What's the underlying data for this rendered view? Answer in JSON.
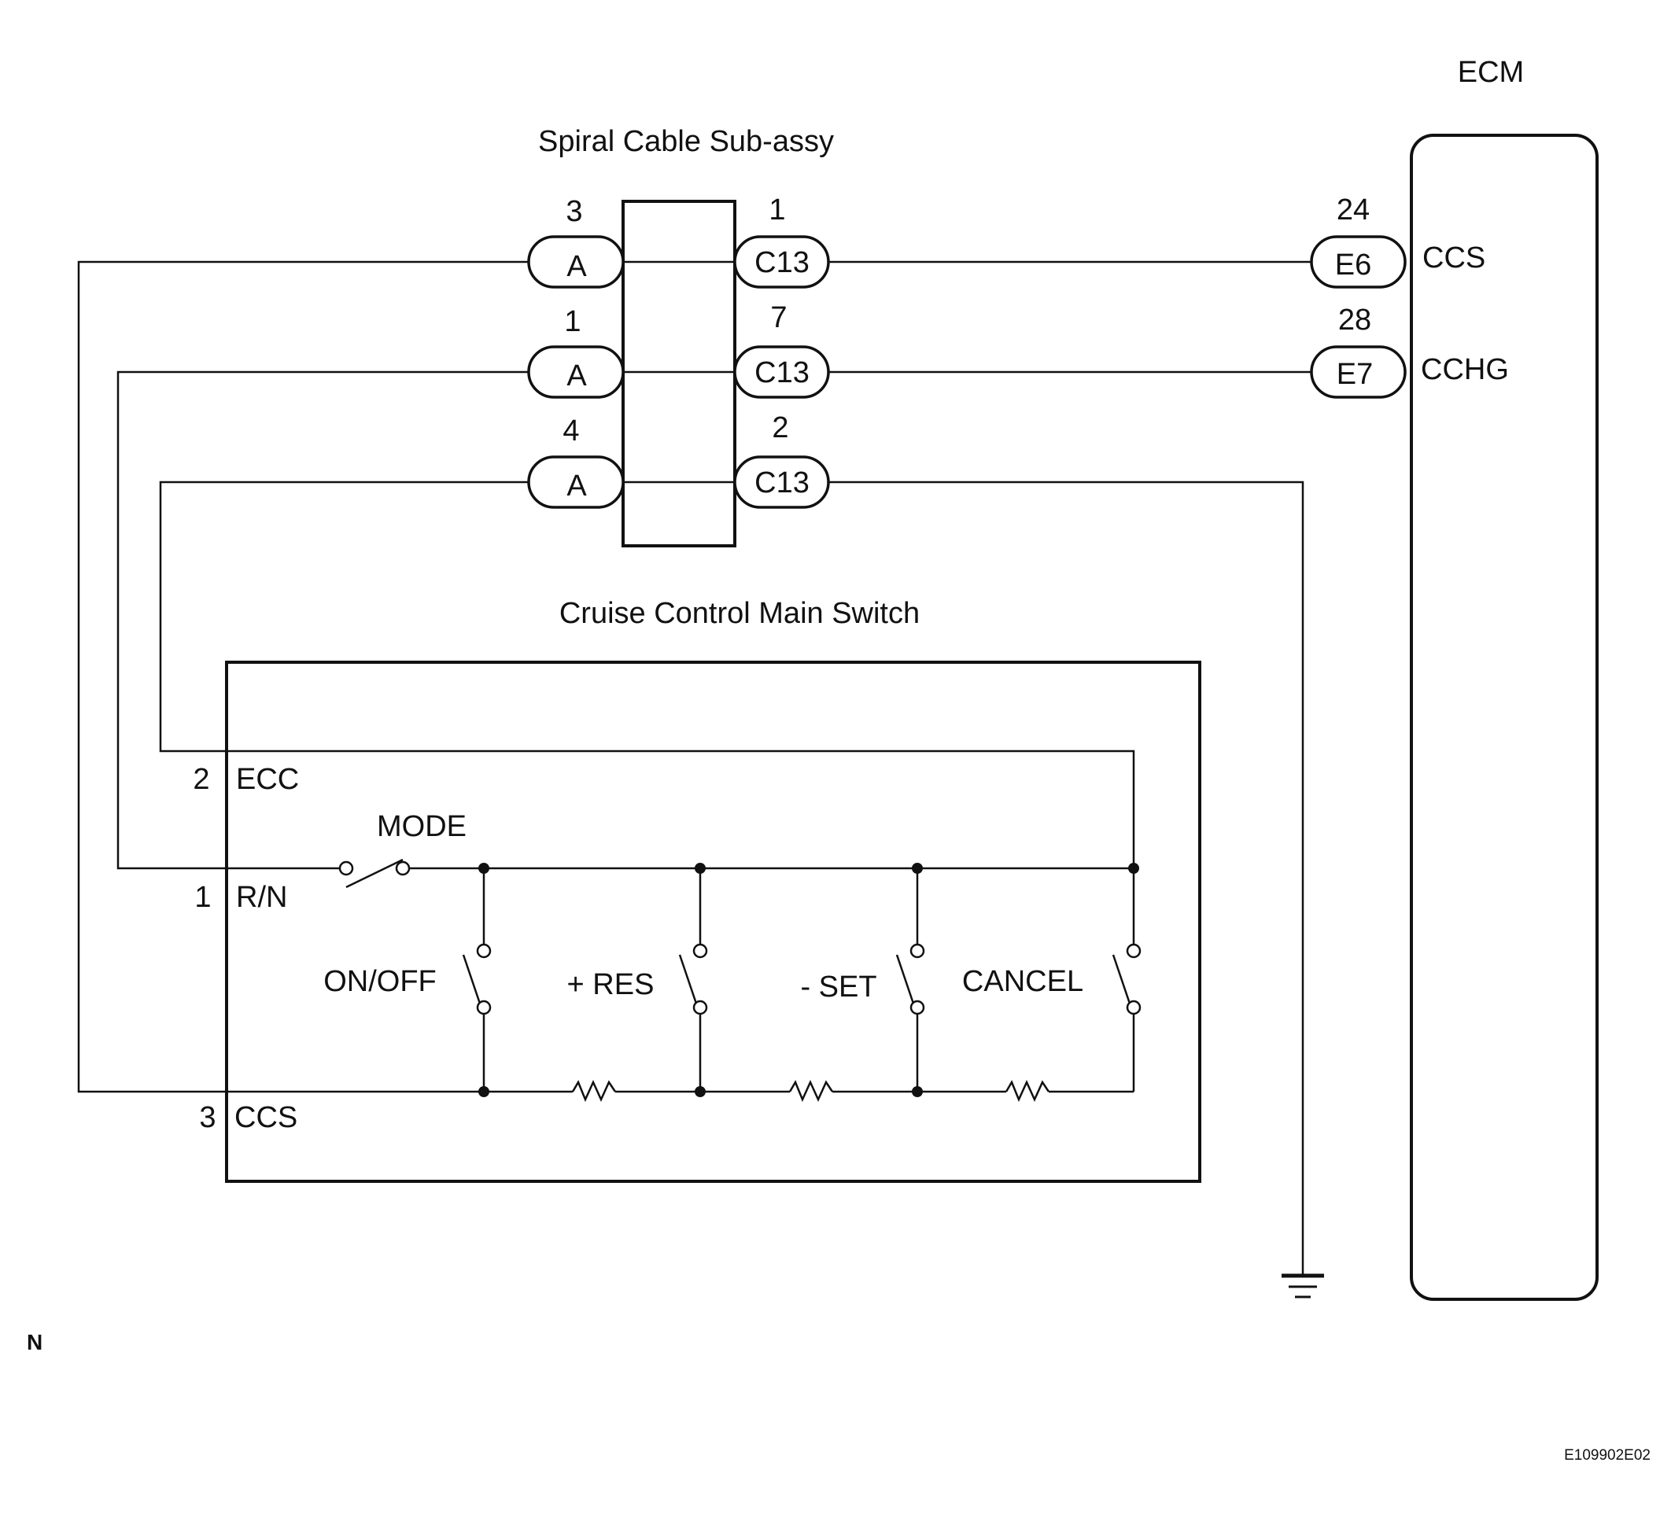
{
  "ecm": {
    "title": "ECM",
    "terminals": [
      {
        "pin": "24",
        "connector": "E6",
        "signal": "CCS"
      },
      {
        "pin": "28",
        "connector": "E7",
        "signal": "CCHG"
      }
    ]
  },
  "spiral_cable": {
    "title": "Spiral Cable Sub-assy",
    "left_connectors": [
      {
        "pin": "3",
        "connector": "A"
      },
      {
        "pin": "1",
        "connector": "A"
      },
      {
        "pin": "4",
        "connector": "A"
      }
    ],
    "right_connectors": [
      {
        "pin": "1",
        "connector": "C13"
      },
      {
        "pin": "7",
        "connector": "C13"
      },
      {
        "pin": "2",
        "connector": "C13"
      }
    ]
  },
  "main_switch": {
    "title": "Cruise Control Main Switch",
    "terminals": [
      {
        "pin": "2",
        "name": "ECC"
      },
      {
        "pin": "1",
        "name": "R/N"
      },
      {
        "pin": "3",
        "name": "CCS"
      }
    ],
    "switches": {
      "mode": "MODE",
      "on_off": "ON/OFF",
      "res": "+ RES",
      "set": "- SET",
      "cancel": "CANCEL"
    }
  },
  "corner_mark": "N",
  "figure_id": "E109902E02"
}
